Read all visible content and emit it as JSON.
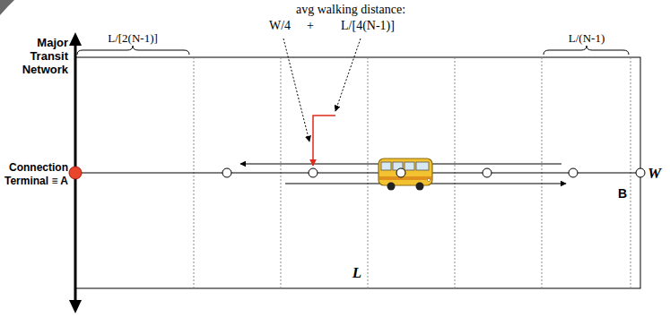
{
  "diagram": {
    "labels": [
      "Major Transit Network",
      "Connection Terminal ≡ A",
      "avg walking distance:",
      "W/4",
      "+",
      "L/[4(N-1)]",
      "L/[2(N-1)]",
      "L/(N-1)",
      "W",
      "B",
      "L"
    ]
  }
}
